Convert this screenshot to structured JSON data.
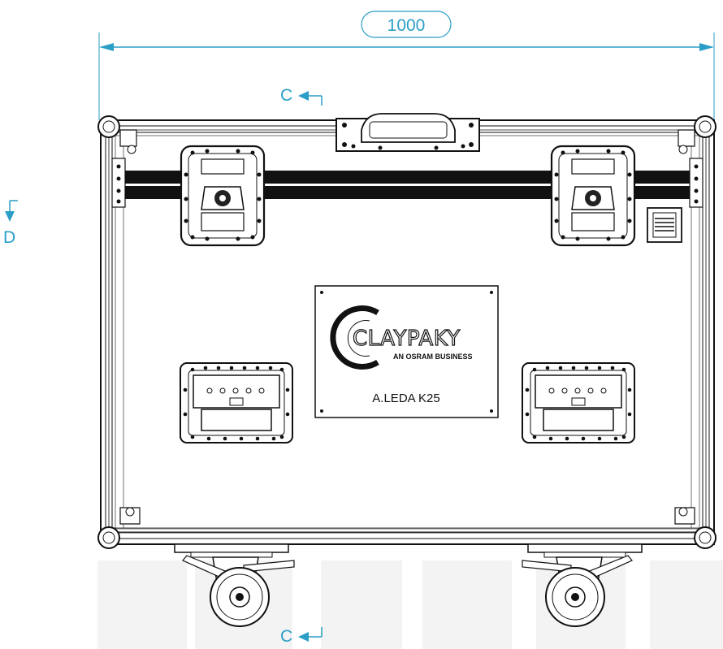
{
  "dimension": {
    "width_label": "1000"
  },
  "section_markers": {
    "top": "C",
    "bottom": "C",
    "side": "D"
  },
  "nameplate": {
    "brand": "CLAYPAKY",
    "tagline": "AN OSRAM BUSINESS",
    "model": "A.LEDA K25"
  },
  "colors": {
    "dimension": "#2a9ec7",
    "line": "#111111",
    "fill": "#ffffff"
  },
  "icons": {
    "marker_arrow": "arrow-left-icon",
    "section_arrow_down": "arrow-down-icon"
  }
}
